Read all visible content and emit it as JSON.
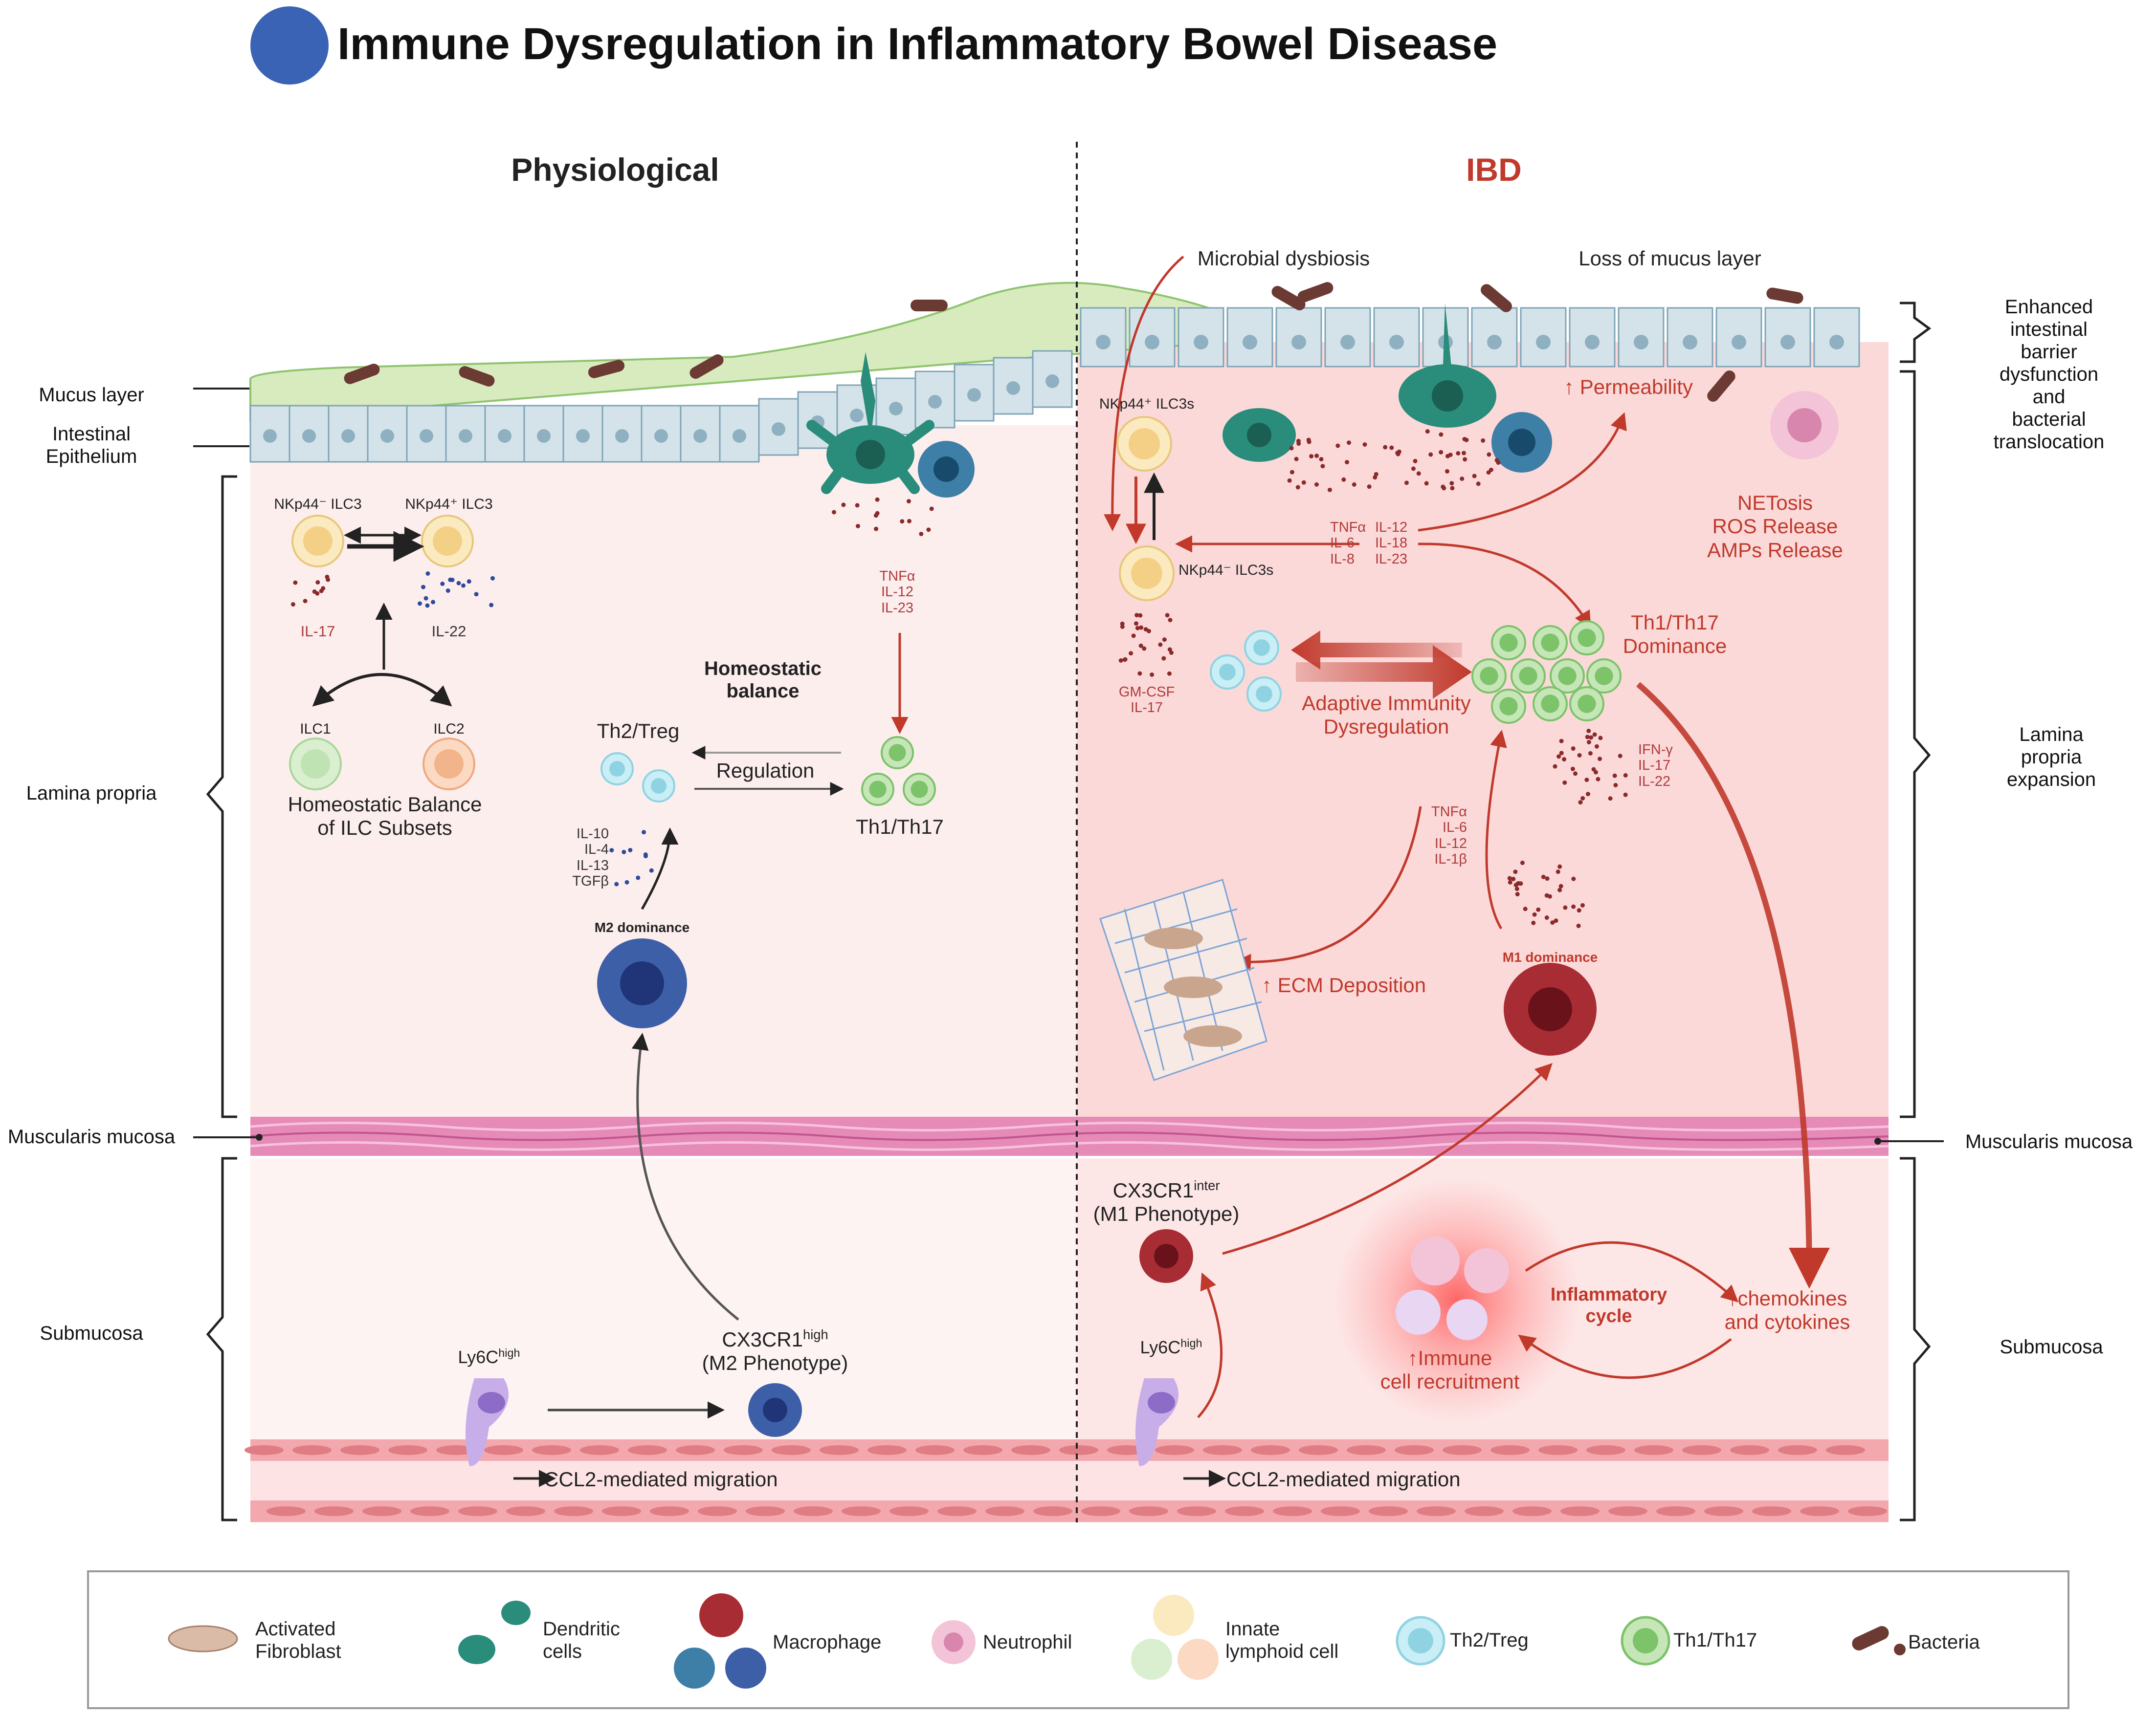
{
  "title": "Immune Dysregulation in Inflammatory Bowel Disease",
  "panels": {
    "physiological": "Physiological",
    "ibd": "IBD"
  },
  "left_labels": {
    "mucus_layer": "Mucus layer",
    "intestinal_epithelium": "Intestinal\nEpithelium",
    "lamina_propria": "Lamina propria",
    "muscularis_mucosa": "Muscularis mucosa",
    "submucosa": "Submucosa"
  },
  "right_labels": {
    "barrier": "Enhanced intestinal\nbarrier dysfunction and\nbacterial translocation",
    "lamina_propria": "Lamina propria\nexpansion",
    "muscularis_mucosa": "Muscularis mucosa",
    "submucosa": "Submucosa"
  },
  "physiological": {
    "nkp44neg": "NKp44⁻ ILC3",
    "nkp44pos": "NKp44⁺ ILC3",
    "il17": "IL-17",
    "il22": "IL-22",
    "ilc1": "ILC1",
    "ilc2": "ILC2",
    "ilc_balance": "Homeostatic Balance\nof ILC Subsets",
    "dc_cytokines": "TNFα\nIL-12\nIL-23",
    "homeostatic_balance": "Homeostatic\nbalance",
    "th2treg": "Th2/Treg",
    "regulation": "Regulation",
    "th1th17": "Th1/Th17",
    "m2_cytokines": "IL-10\nIL-4\nIL-13\nTGFβ",
    "m2_dominance": "M2 dominance",
    "ly6c_base": "Ly6C",
    "ly6c_sup": "high",
    "cx3cr1_base": "CX3CR1",
    "cx3cr1_sup": "high",
    "cx3cr1_phenotype": "(M2 Phenotype)",
    "ccl2": "CCL2-mediated migration"
  },
  "ibd": {
    "microbial_dysbiosis": "Microbial dysbiosis",
    "loss_mucus": "Loss of mucus layer",
    "permeability": "↑ Permeability",
    "netosis": "NETosis\nROS Release\nAMPs Release",
    "nkp44pos": "NKp44⁺ ILC3s",
    "nkp44neg": "NKp44⁻ ILC3s",
    "cytokines_a": "TNFα\nIL-6\nIL-8",
    "cytokines_b": "IL-12\nIL-18\nIL-23",
    "gmcsf": "GM-CSF\nIL-17",
    "th_dominance": "Th1/Th17\nDominance",
    "adaptive": "Adaptive Immunity\nDysregulation",
    "th_cytokines": "IFN-γ\nIL-17\nIL-22",
    "m1_cytokines": "TNFα\nIL-6\nIL-12\nIL-1β",
    "m1_dominance": "M1 dominance",
    "ecm": "↑ ECM Deposition",
    "cx3cr1_base": "CX3CR1",
    "cx3cr1_sup": "inter",
    "cx3cr1_phenotype": "(M1 Phenotype)",
    "ly6c_base": "Ly6C",
    "ly6c_sup": "high",
    "immune_recruitment": "↑Immune\ncell recruitment",
    "inflammatory_cycle": "Inflammatory\ncycle",
    "chemokines": "↑chemokines\nand cytokines",
    "ccl2": "CCL2-mediated migration"
  },
  "legend": [
    {
      "icon": "fibroblast-icon",
      "label": "Activated\nFibroblast"
    },
    {
      "icon": "dendritic-cell-icon",
      "label": "Dendritic\ncells"
    },
    {
      "icon": "macrophage-icon",
      "label": "Macrophage"
    },
    {
      "icon": "neutrophil-icon",
      "label": "Neutrophil"
    },
    {
      "icon": "innate-lymphoid-cell-icon",
      "label": "Innate\nlymphoid cell"
    },
    {
      "icon": "th2-treg-icon",
      "label": "Th2/Treg"
    },
    {
      "icon": "th1-th17-icon",
      "label": "Th1/Th17"
    },
    {
      "icon": "bacteria-icon",
      "label": "Bacteria"
    }
  ],
  "colors": {
    "title_dot": "#3a63b5",
    "ibd_red": "#c0392b",
    "mucus": "#d8ebbf",
    "epithelium": "#d4e3ea",
    "lamina_left": "#fdeeee",
    "lamina_right": "#fbd9d9",
    "muscle": "#e68ab8",
    "vessel": "#f2a8ac",
    "th1": "#7cc36a",
    "th2": "#8fd3e2",
    "ilc": "#f6d592",
    "macrophage_m2": "#3d5fa8",
    "macrophage_m1": "#a82c34",
    "dendritic": "#2a8c7a",
    "bacteria": "#6b3a32"
  }
}
